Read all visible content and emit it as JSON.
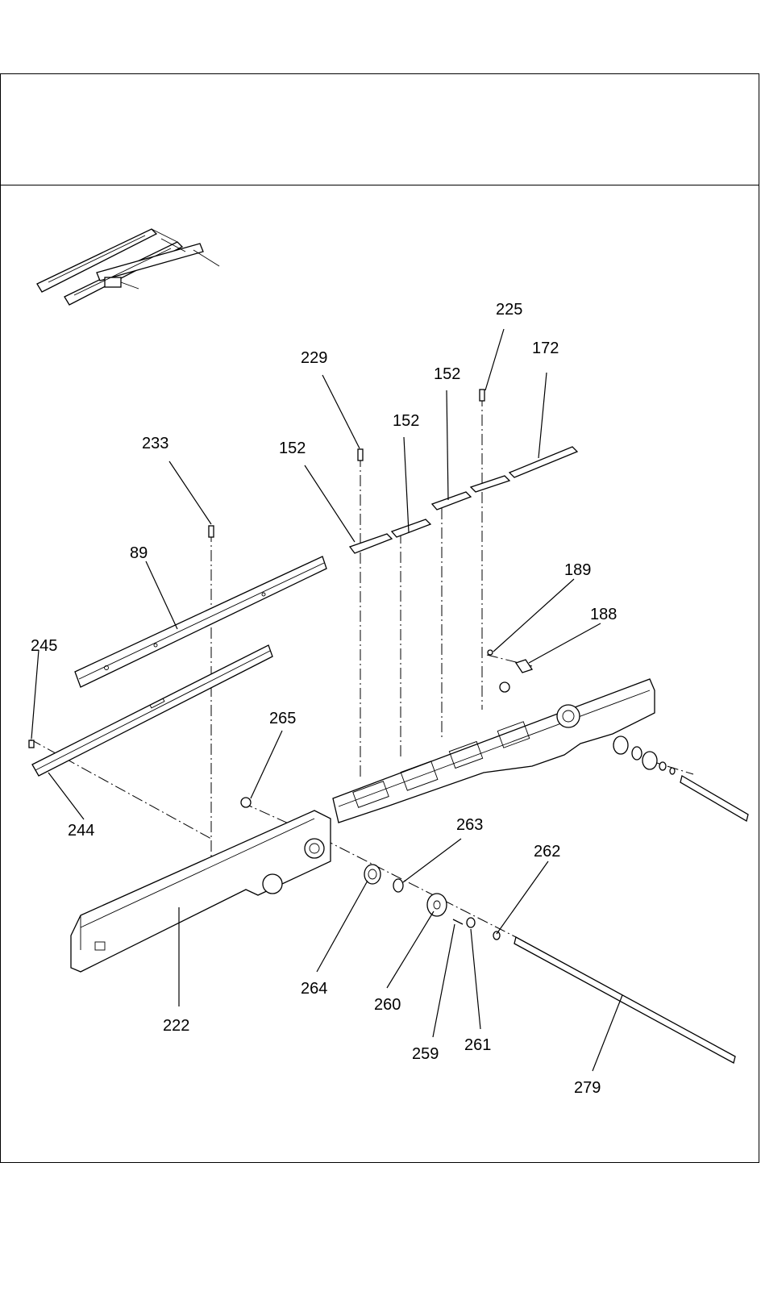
{
  "callouts": {
    "c225": "225",
    "c172": "172",
    "c229": "229",
    "c152a": "152",
    "c152b": "152",
    "c152c": "152",
    "c233": "233",
    "c89": "89",
    "c189": "189",
    "c188": "188",
    "c245": "245",
    "c265": "265",
    "c244": "244",
    "c263": "263",
    "c262": "262",
    "c264": "264",
    "c260": "260",
    "c222": "222",
    "c259": "259",
    "c261": "261",
    "c279": "279"
  },
  "colors": {
    "line": "#000000",
    "background": "#ffffff"
  }
}
